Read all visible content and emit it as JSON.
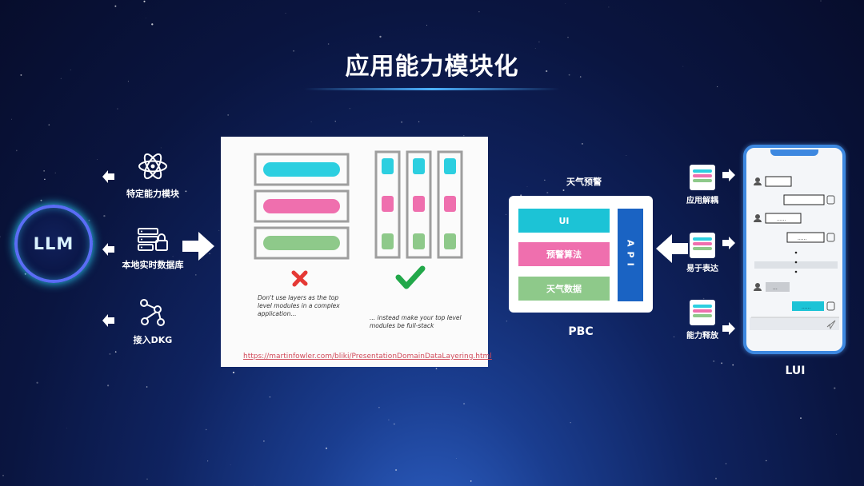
{
  "title": "应用能力模块化",
  "llm": {
    "label": "LLM"
  },
  "features": [
    {
      "label": "特定能力模块",
      "icon": "atom-icon"
    },
    {
      "label": "本地实时数据库",
      "icon": "secure-database-icon"
    },
    {
      "label": "接入DKG",
      "icon": "knowledge-graph-icon"
    }
  ],
  "diagram": {
    "caption_left": "Don't use layers as the top level modules in a complex application...",
    "caption_right": "... instead make your top level modules be full-stack",
    "url": "https://martinfowler.com/bliki/PresentationDomainDataLayering.html",
    "colors": {
      "cyan": "#2ccfe0",
      "pink": "#ef6fae",
      "green": "#8ec98a",
      "cross": "#e53935",
      "check": "#22a84a"
    }
  },
  "pbc": {
    "top_label": "天气预警",
    "rows": [
      {
        "label": "UI",
        "color": "#1cc3d6"
      },
      {
        "label": "预警算法",
        "color": "#ef6fae"
      },
      {
        "label": "天气数据",
        "color": "#8ec98a"
      }
    ],
    "api_label": "API",
    "label": "PBC"
  },
  "right_icons": [
    {
      "label": "应用解耦",
      "icon": "document-icon"
    },
    {
      "label": "易于表达",
      "icon": "document-icon"
    },
    {
      "label": "能力释放",
      "icon": "document-icon"
    }
  ],
  "phone": {
    "messages": [
      {
        "side": "left",
        "text": ""
      },
      {
        "side": "right",
        "text": ""
      },
      {
        "side": "left",
        "text": "......"
      },
      {
        "side": "right",
        "text": "......"
      },
      {
        "side": "left",
        "text": "..."
      },
      {
        "side": "right",
        "text": "......"
      }
    ],
    "label": "LUI"
  }
}
